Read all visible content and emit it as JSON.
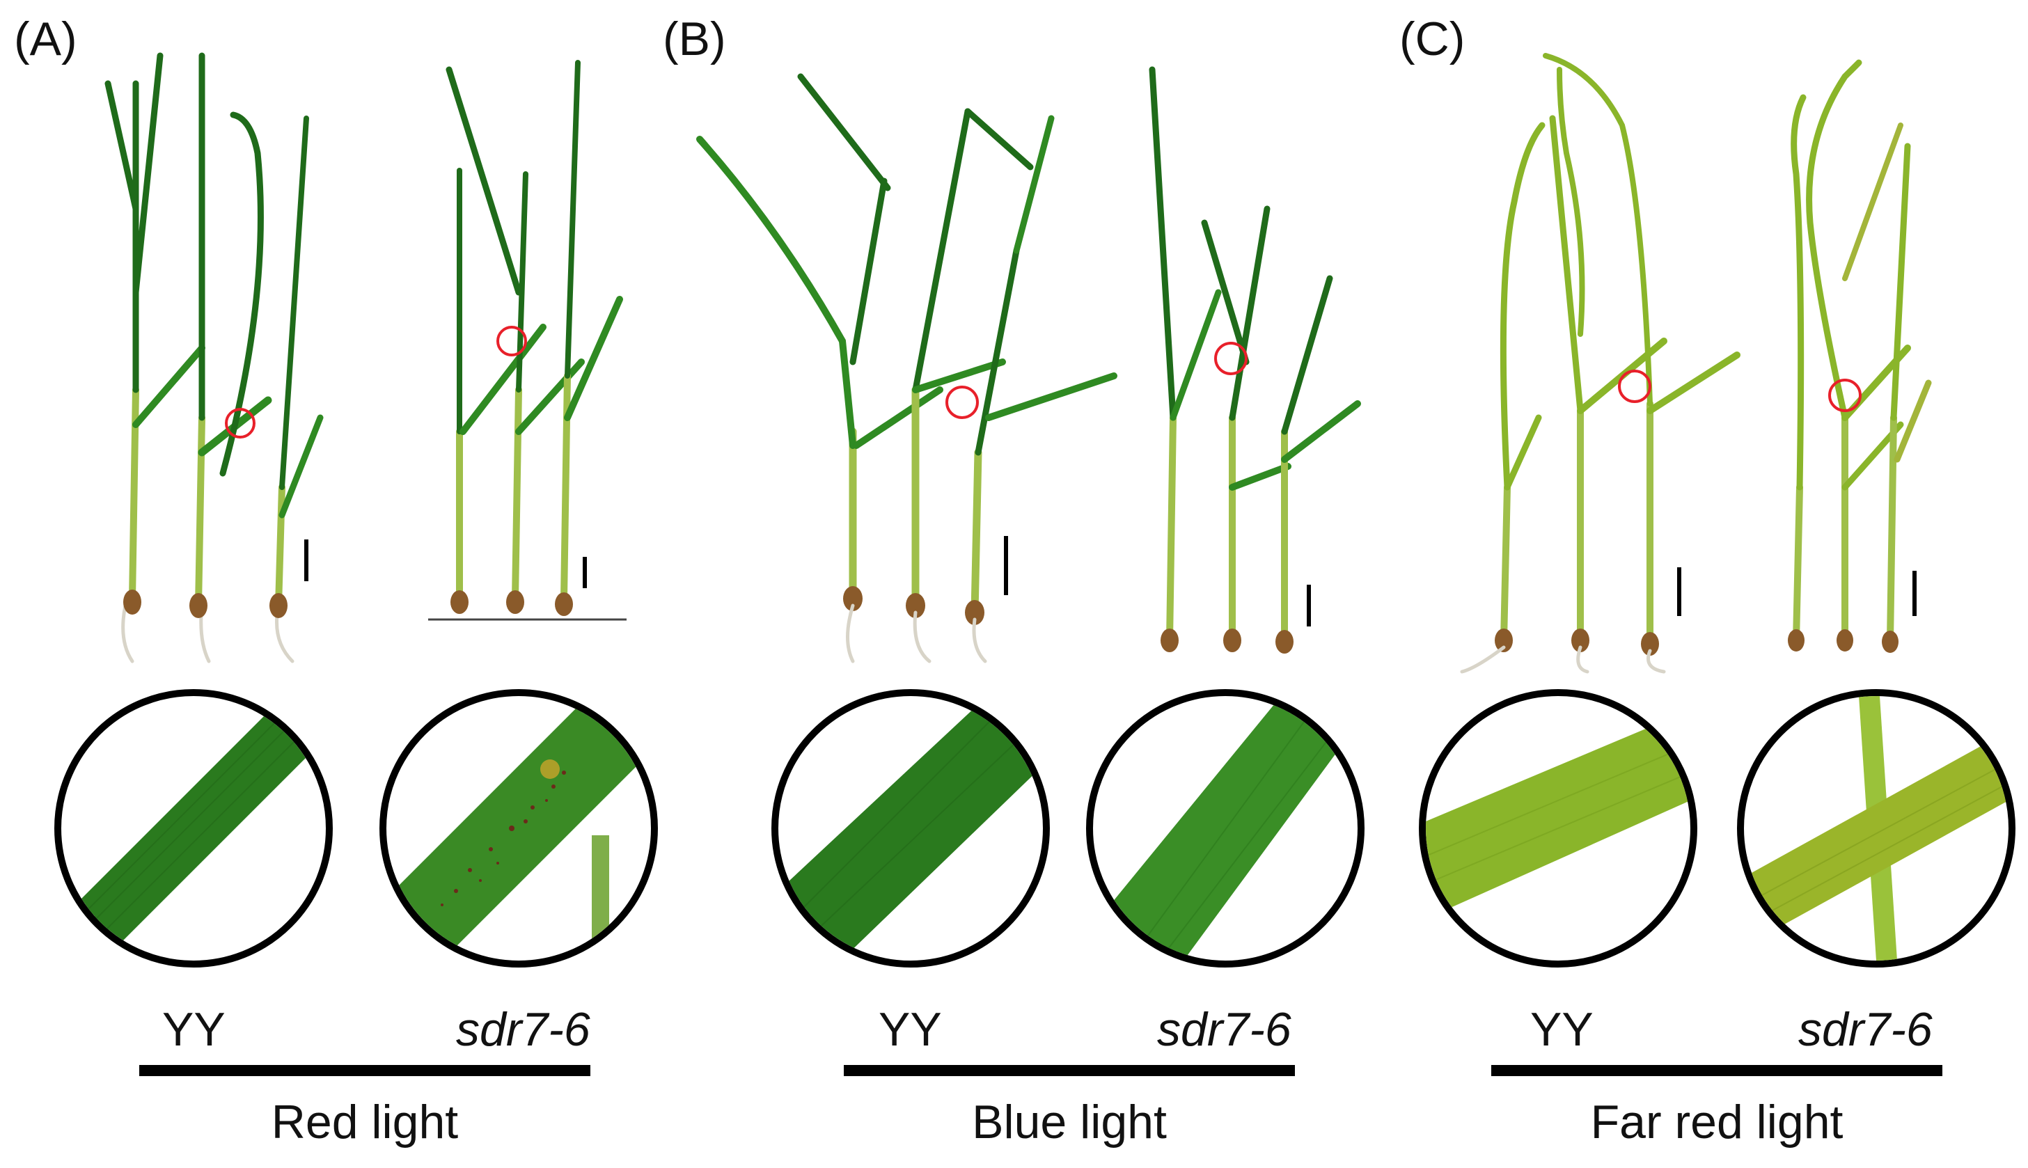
{
  "panels": [
    {
      "letter": "(A)",
      "wild_type": "YY",
      "mutant": "sdr7-6",
      "condition": "Red light"
    },
    {
      "letter": "(B)",
      "wild_type": "YY",
      "mutant": "sdr7-6",
      "condition": "Blue light"
    },
    {
      "letter": "(C)",
      "wild_type": "YY",
      "mutant": "sdr7-6",
      "condition": "Far red light"
    }
  ],
  "colors": {
    "leaf_dark": "#1f6b1a",
    "leaf_mid": "#2f8a22",
    "leaf_far_red": "#8ab52a",
    "stem": "#9fbf4a",
    "seed": "#8a5a2a",
    "root": "#d8d4c8",
    "circle_marker": "#e8202a",
    "lesion": "#6b2a1a"
  },
  "icons": [
    "scale-bar",
    "red-circle-marker",
    "zoom-circle"
  ]
}
